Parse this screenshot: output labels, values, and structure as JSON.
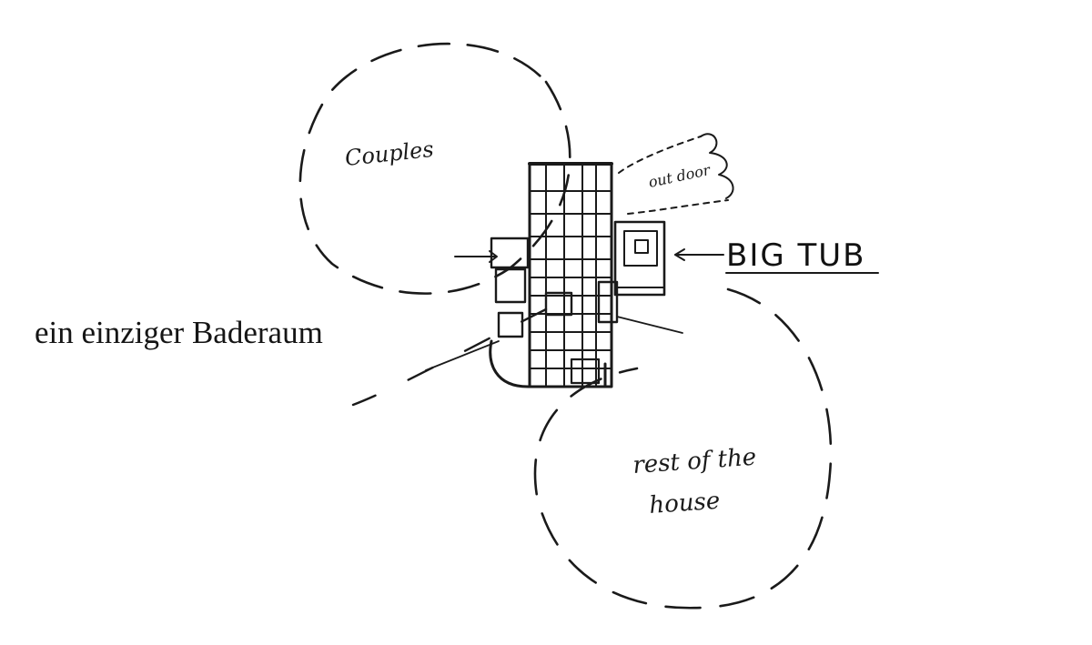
{
  "labels": {
    "couples": "Couples",
    "outdoor": "out door",
    "big_tub": "BIG TUB",
    "rest_line1": "rest of the",
    "rest_line2": "house"
  },
  "caption": "ein einziger Baderaum",
  "colors": {
    "ink": "#1a1a1a",
    "paper": "#ffffff"
  }
}
